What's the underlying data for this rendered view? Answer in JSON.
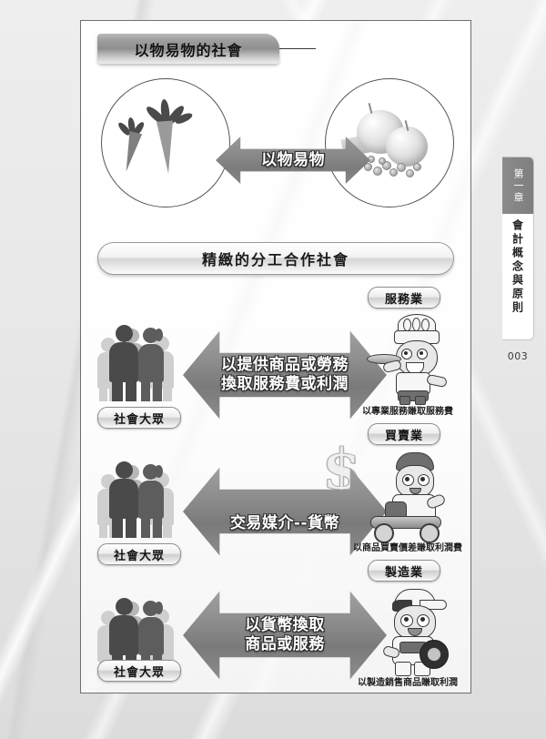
{
  "page": {
    "number": "003",
    "side_tab": {
      "chapter": "第一章",
      "title": "會計概念與原則"
    }
  },
  "section_barter": {
    "ribbon_title": "以物易物的社會",
    "left_circle_icon": "carrots-icon",
    "right_circle_icon": "fruits-icon",
    "arrow_label": "以物易物"
  },
  "section_division": {
    "banner_title": "精緻的分工合作社會",
    "currency_symbol": "$",
    "rows": [
      {
        "public_label": "社會大眾",
        "industry_label": "服務業",
        "arrow_line1": "以提供商品或勞務",
        "arrow_line2": "換取服務費或利潤",
        "caption": "以專業服務賺取服務費",
        "character_icon": "chef-icon"
      },
      {
        "public_label": "社會大眾",
        "industry_label": "買賣業",
        "arrow_line1": "交易媒介--貨幣",
        "arrow_line2": "",
        "caption": "以商品買賣價差賺取利潤費",
        "character_icon": "delivery-scooter-icon"
      },
      {
        "public_label": "社會大眾",
        "industry_label": "製造業",
        "arrow_line1": "以貨幣換取",
        "arrow_line2": "商品或服務",
        "caption": "以製造銷售商品賺取利潤",
        "character_icon": "factory-worker-icon"
      }
    ]
  },
  "colors": {
    "arrow_gray": "#8a8a8a",
    "tab_gray": "#8c8c8c",
    "frame_border": "#6f6f6f",
    "page_bg": "#e9e9e9"
  }
}
